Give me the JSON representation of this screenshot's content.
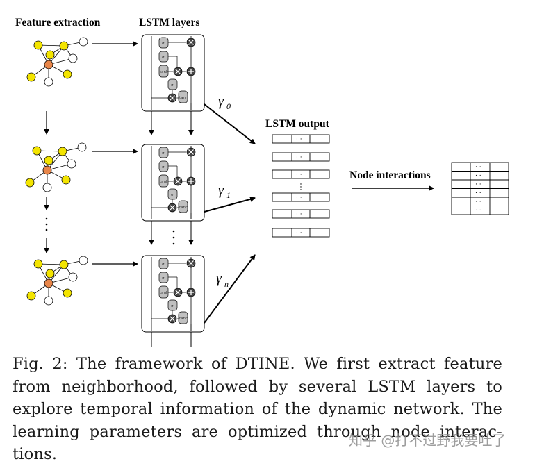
{
  "headers": {
    "feature_extraction": "Feature extraction",
    "lstm_layers": "LSTM layers",
    "lstm_output": "LSTM output",
    "node_interactions": "Node interactions"
  },
  "gammas": [
    {
      "symbol": "γ",
      "subscript": "0"
    },
    {
      "symbol": "γ",
      "subscript": "1"
    },
    {
      "symbol": "γ",
      "subscript": "n"
    }
  ],
  "gate_labels": {
    "sigma": "σ",
    "tanh": "tanh"
  },
  "output_cell_text": "· ·",
  "interaction_cell_text": "· ·",
  "colors": {
    "yellow_node": "#f3e400",
    "center_node": "#e8864a",
    "gate_gray": "#c0c0c0"
  },
  "caption": {
    "text": "Fig. 2: The framework of DTINE. We first extract feature from neighborhood, followed by several LSTM layers to explore temporal information of the dynamic network. The learning parameters are optimized through node interac-tions."
  },
  "watermark": "知乎 @打不过野我要吐了"
}
